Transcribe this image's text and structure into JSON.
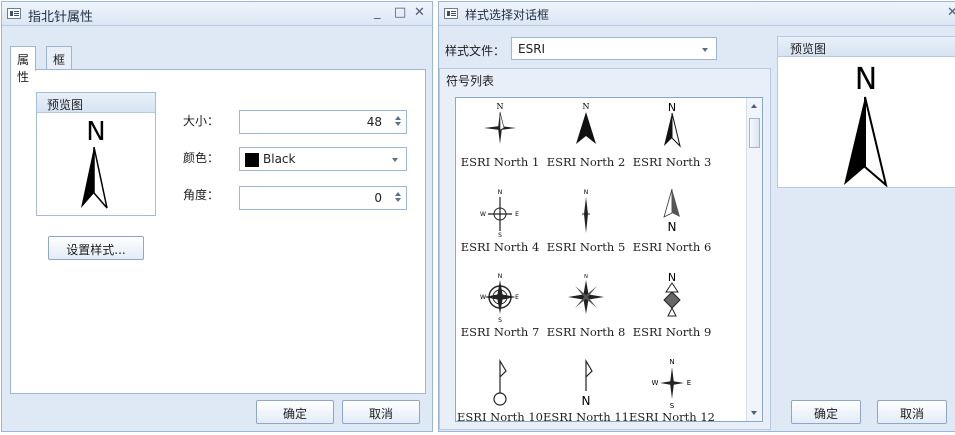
{
  "compass_window": {
    "title": "指北针属性",
    "controls": {
      "minimize": "_",
      "maximize": "□",
      "close": "✕"
    },
    "tabs": [
      {
        "label": "属性",
        "active": true
      },
      {
        "label": "框架",
        "active": false
      }
    ],
    "preview_label": "预览图",
    "preview_letter": "N",
    "set_style_button": "设置样式...",
    "size_label": "大小：",
    "size_value": "48",
    "color_label": "颜色：",
    "color_value": "Black",
    "color_swatch": "#000000",
    "angle_label": "角度：",
    "angle_value": "0",
    "ok_button": "确定",
    "cancel_button": "取消"
  },
  "style_window": {
    "title": "样式选择对话框",
    "close": "✕",
    "style_file_label": "样式文件：",
    "style_file_value": "ESRI",
    "symbol_list_label": "符号列表",
    "symbols": [
      {
        "name": "ESRI North 1",
        "icon": "north-arrow-1-icon"
      },
      {
        "name": "ESRI North 2",
        "icon": "north-arrow-2-icon"
      },
      {
        "name": "ESRI North 3",
        "icon": "north-arrow-3-icon"
      },
      {
        "name": "ESRI North 4",
        "icon": "north-arrow-4-icon"
      },
      {
        "name": "ESRI North 5",
        "icon": "north-arrow-5-icon"
      },
      {
        "name": "ESRI North 6",
        "icon": "north-arrow-6-icon"
      },
      {
        "name": "ESRI North 7",
        "icon": "north-arrow-7-icon"
      },
      {
        "name": "ESRI North 8",
        "icon": "north-arrow-8-icon"
      },
      {
        "name": "ESRI North 9",
        "icon": "north-arrow-9-icon"
      },
      {
        "name": "ESRI North 10",
        "icon": "north-arrow-10-icon"
      },
      {
        "name": "ESRI North 11",
        "icon": "north-arrow-11-icon"
      },
      {
        "name": "ESRI North 12",
        "icon": "north-arrow-12-icon"
      }
    ],
    "preview_label": "预览图",
    "preview_letter": "N",
    "ok_button": "确定",
    "cancel_button": "取消"
  }
}
